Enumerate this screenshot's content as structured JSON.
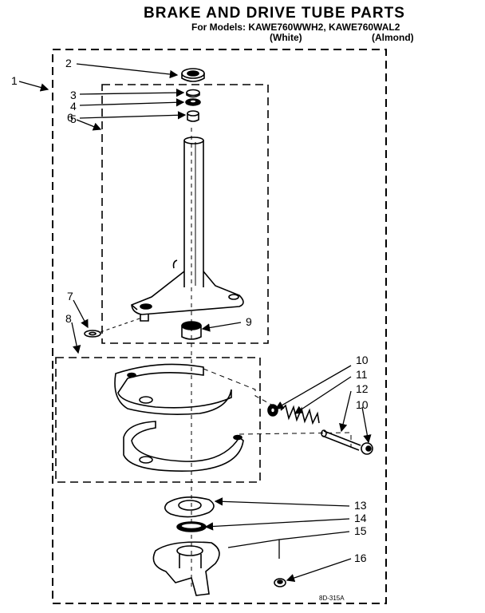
{
  "header": {
    "title": "BRAKE AND DRIVE TUBE PARTS",
    "models_line": "For Models: KAWE760WWH2, KAWE760WAL2",
    "variant_white": "(White)",
    "variant_almond": "(Almond)"
  },
  "callouts": [
    "1",
    "2",
    "3",
    "4",
    "5",
    "6",
    "7",
    "8",
    "9",
    "10",
    "11",
    "12",
    "10",
    "13",
    "14",
    "15",
    "16"
  ],
  "drawing_code": "8D-315A"
}
